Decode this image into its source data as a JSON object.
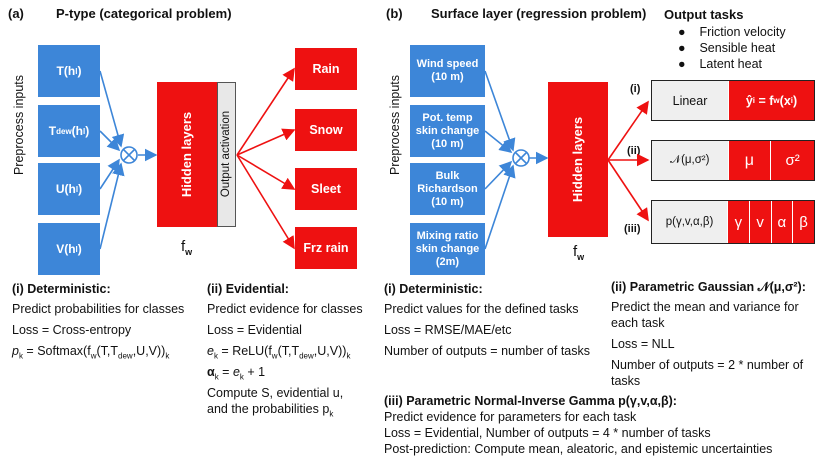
{
  "panel_a": {
    "label": "(a)",
    "title": "P-type (categorical problem)",
    "preprocess": "Preprocess inputs",
    "inputs": [
      "T(h",
      "T",
      "U(h",
      "V(h"
    ],
    "hidden": "Hidden layers",
    "output_activation": "Output activation",
    "fw": "f",
    "outputs": [
      "Rain",
      "Snow",
      "Sleet",
      "Frz rain"
    ]
  },
  "panel_b": {
    "label": "(b)",
    "title": "Surface layer (regression problem)",
    "preprocess": "Preprocess inputs",
    "inputs": [
      "Wind speed\n(10 m)",
      "Pot. temp\nskin change\n(10 m)",
      "Bulk\nRichardson\n(10 m)",
      "Mixing ratio\nskin change\n(2m)"
    ],
    "hidden": "Hidden layers",
    "fw": "f",
    "output_tasks_title": "Output tasks",
    "output_tasks": [
      "Friction velocity",
      "Sensible heat",
      "Latent heat"
    ],
    "rows": {
      "i_label": "(i)",
      "ii_label": "(ii)",
      "iii_label": "(iii)",
      "linear": "Linear",
      "normal": "𝒩(μ,σ²)",
      "mu": "μ",
      "sigma2": "σ²",
      "nig": "p(γ,v,α,β)",
      "gamma": "γ",
      "v": "v",
      "alpha": "α",
      "beta": "β"
    }
  },
  "text_a_i": {
    "title": "(i) Deterministic:",
    "line1": "Predict probabilities for classes",
    "line2": "Loss = Cross-entropy"
  },
  "text_a_ii": {
    "title": "(ii) Evidential:",
    "line1": "Predict evidence for classes",
    "line2": "Loss = Evidential",
    "line5a": "Compute S, evidential u,",
    "line5b": "and the probabilities p"
  },
  "text_b_i": {
    "title": "(i) Deterministic:",
    "line1": "Predict values for the defined tasks",
    "line2": "Loss = RMSE/MAE/etc",
    "line3": "Number of outputs = number of tasks"
  },
  "text_b_ii": {
    "title": "(ii) Parametric Gaussian 𝒩(μ,σ²):",
    "line1a": "Predict the mean and variance for",
    "line1b": "each task",
    "line2": "Loss = NLL",
    "line3a": "Number of outputs = 2 * number of",
    "line3b": "tasks"
  },
  "text_b_iii": {
    "title": "(iii) Parametric Normal-Inverse Gamma p(γ,v,α,β):",
    "line1": "Predict evidence for parameters for each task",
    "line2": "Loss = Evidential,  Number of outputs = 4 * number of tasks",
    "line3": "Post-prediction: Compute mean, aleatoric, and epistemic uncertainties"
  }
}
